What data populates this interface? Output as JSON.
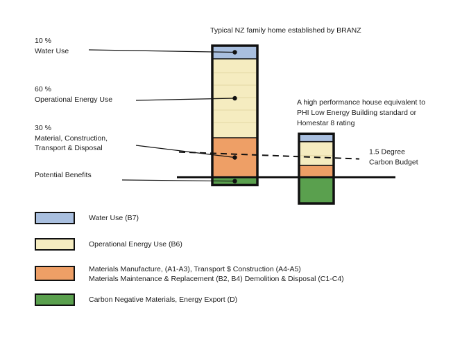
{
  "colors": {
    "water": "#a9bfdf",
    "operational": "#f5ecc0",
    "material": "#ee9f66",
    "benefit": "#5aa04e",
    "outline": "#111111"
  },
  "chart_data": {
    "type": "bar",
    "stacked": true,
    "categories": [
      "Typical NZ family home established by BRANZ",
      "A high performance house equivalent to PHI Low Energy Building standard or Homestar 8 rating"
    ],
    "category_label_lines": [
      [
        "Typical NZ family home established by BRANZ"
      ],
      [
        "A high performance house equivalent to",
        "PHI Low Energy Building standard or",
        "Homestar 8 rating"
      ]
    ],
    "series": [
      {
        "name": "Potential Benefits",
        "key": "benefit",
        "values": [
          -6,
          -20
        ]
      },
      {
        "name": "Material, Construction, Transport & Disposal",
        "key": "material",
        "values": [
          30,
          9
        ]
      },
      {
        "name": "Operational Energy Use",
        "key": "operational",
        "values": [
          60,
          18
        ]
      },
      {
        "name": "Water Use",
        "key": "water",
        "values": [
          10,
          6
        ]
      }
    ],
    "annotations": [
      {
        "pct": "10 %",
        "lines": [
          "Water Use"
        ]
      },
      {
        "pct": "60 %",
        "lines": [
          "Operational Energy Use"
        ]
      },
      {
        "pct": "30 %",
        "lines": [
          "Material, Construction,",
          "Transport & Disposal"
        ]
      },
      {
        "pct": "",
        "lines": [
          "Potential Benefits"
        ]
      }
    ],
    "reference_line": {
      "label_lines": [
        "1.5 Degree",
        "Carbon Budget"
      ],
      "value": 16
    },
    "ylim": [
      -25,
      100
    ],
    "grid": false
  },
  "legend": [
    {
      "key": "water",
      "lines": [
        "Water Use   (B7)"
      ]
    },
    {
      "key": "operational",
      "lines": [
        "Operational Energy Use  (B6)"
      ]
    },
    {
      "key": "material",
      "lines": [
        "Materials Manufacture, (A1-A3), Transport $ Construction (A4-A5)",
        "Materials Maintenance & Replacement (B2, B4)  Demolition & Disposal (C1-C4)"
      ]
    },
    {
      "key": "benefit",
      "lines": [
        "Carbon Negative Materials, Energy Export  (D)"
      ]
    }
  ]
}
